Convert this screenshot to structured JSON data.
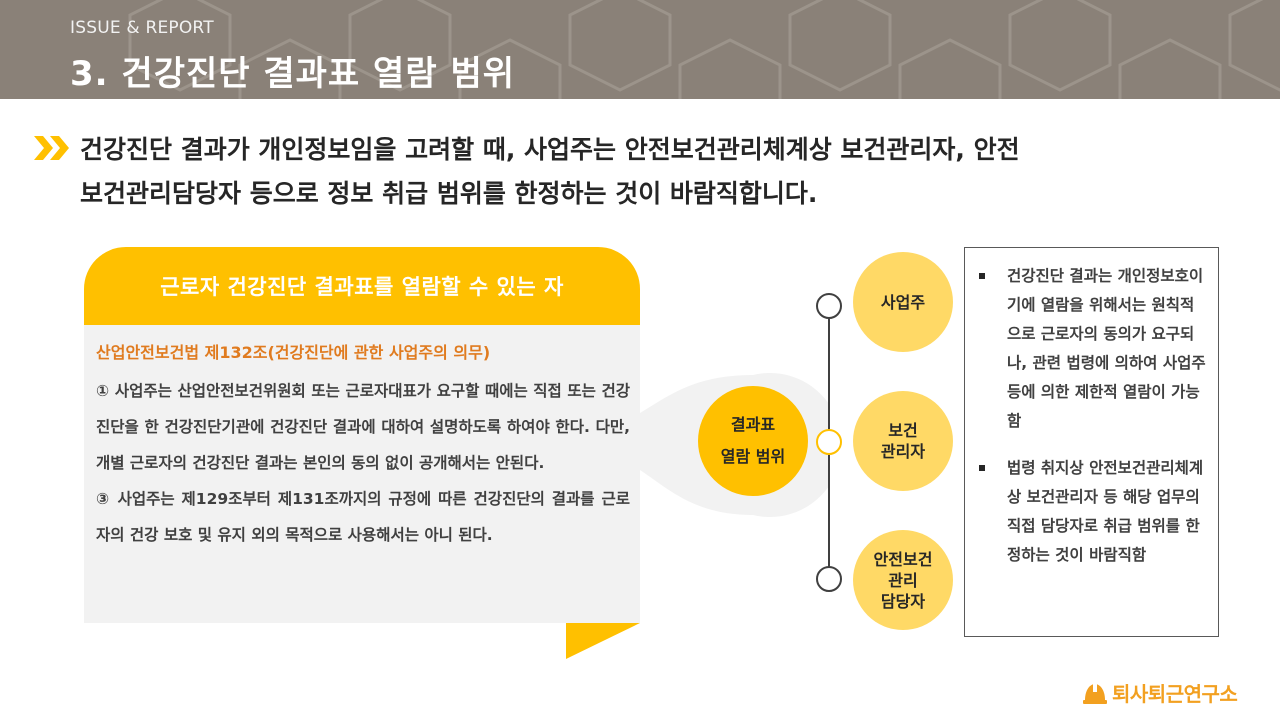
{
  "header": {
    "kicker": "ISSUE & REPORT",
    "title": "3. 건강진단 결과표 열람 범위"
  },
  "intro": {
    "line1": "건강진단 결과가 개인정보임을 고려할 때, 사업주는 안전보건관리체계상 보건관리자, 안전",
    "line2": "보건관리담당자 등으로 정보 취급 범위를 한정하는 것이 바람직합니다."
  },
  "card": {
    "heading": "근로자 건강진단 결과표를 열람할 수 있는 자",
    "law": "산업안전보건법 제132조(건강진단에 관한 사업주의 의무)",
    "para1": "① 사업주는 산업안전보건위원회 또는 근로자대표가 요구할 때에는 직접 또는 건강진단을 한 건강진단기관에 건강진단 결과에 대하여 설명하도록 하여야 한다. 다만, 개별 근로자의 건강진단 결과는 본인의 동의 없이 공개해서는 안된다.",
    "para2": "③ 사업주는 제129조부터 제131조까지의 규정에 따른 건강진단의 결과를 근로자의 건강 보호 및 유지 외의 목적으로 사용해서는 아니 된다."
  },
  "center": {
    "line1": "결과표",
    "line2": "열람 범위"
  },
  "roles": {
    "r1": "사업주",
    "r2a": "보건",
    "r2b": "관리자",
    "r3a": "안전보건",
    "r3b": "관리",
    "r3c": "담당자"
  },
  "notes": {
    "n1": "건강진단 결과는 개인정보호이기에 열람을 위해서는 원칙적으로 근로자의 동의가 요구되나, 관련 법령에 의하여 사업주 등에 의한 제한적 열람이 가능함",
    "n2": "법령 취지상 안전보건관리체계상 보건관리자 등 해당 업무의 직접 담당자로 취급 범위를 한정하는 것이 바람직함"
  },
  "logo": {
    "text": "퇴사퇴근연구소"
  },
  "colors": {
    "accent": "#ffc000",
    "accent_light": "#ffd966",
    "law_text": "#e07b1f",
    "header_bg": "#8a8178"
  },
  "icons": [
    "double-chevron-icon",
    "hardhat-logo-icon"
  ]
}
